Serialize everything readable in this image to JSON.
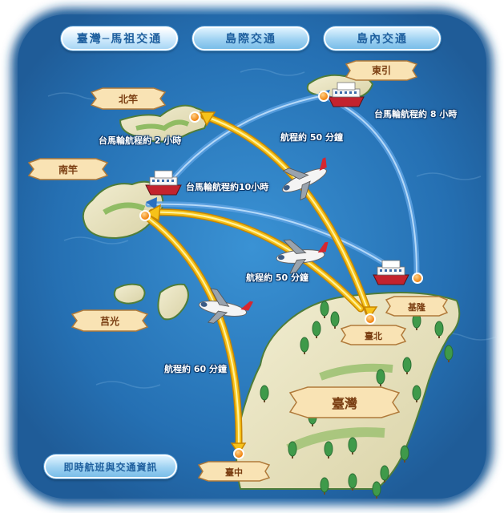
{
  "tabs": [
    {
      "label": "臺灣─馬祖交通",
      "active": true
    },
    {
      "label": "島際交通",
      "active": false
    },
    {
      "label": "島內交通",
      "active": false
    }
  ],
  "bottom_button": {
    "label": "即時航班與交通資訊"
  },
  "places": {
    "beigan": "北竿",
    "nangan": "南竿",
    "dongyin": "東引",
    "juguang": "莒光",
    "keelung": "基隆",
    "taipei": "臺北",
    "taiwan": "臺灣",
    "taichung": "臺中"
  },
  "route_labels": {
    "nangan_beigan_ship": "台馬輪航程約 2 小時",
    "taipei_beigan_flight": "航程約 50 分鐘",
    "keelung_dongyin_ship": "台馬輪航程約 8 小時",
    "keelung_nangan_ship": "台馬輪航程約10小時",
    "taipei_nangan_flight": "航程約 50 分鐘",
    "taichung_nangan_flight": "航程約 60 分鐘"
  },
  "icons": [
    "ferry-icon",
    "airplane-icon",
    "location-marker-icon",
    "tree-icon"
  ],
  "colors": {
    "sea": "#2f82c6",
    "flight_route": "#f2b300",
    "ship_route": "#5aa0e0",
    "banner": "#f9e3b4",
    "tab_text": "#1e5f9e"
  }
}
